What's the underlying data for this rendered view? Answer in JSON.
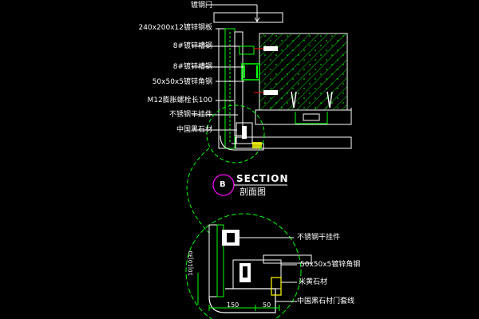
{
  "labels_left": [
    "镀钢门",
    "240x200x12镀锌钢板",
    "8#镀锌槽钢",
    "8#镀锌槽钢",
    "50x50x5镀锌角钢",
    "M12膨胀螺栓长100",
    "不锈钢干挂件",
    "中国黑石材"
  ],
  "section": {
    "marker": "B",
    "title": "SECTION",
    "subtitle": "剖面图"
  },
  "labels_right": [
    "不锈钢干挂件",
    "50x50x5镀锌角钢",
    "米黄石材",
    "中国黑石材门套线"
  ],
  "dimensions": {
    "bottom_left": "150",
    "bottom_right": "50",
    "vertical": "10|10|30"
  },
  "colors": {
    "background": "#000000",
    "drawing_lines": "#00ff00",
    "leaders": "#ffffff",
    "text": "#ffffff",
    "marker": "#ff00ff",
    "hatch": "#00ff00",
    "stone_fill": "#2a2a2a",
    "accent_yellow": "#ffff00",
    "accent_red": "#ff0000"
  }
}
